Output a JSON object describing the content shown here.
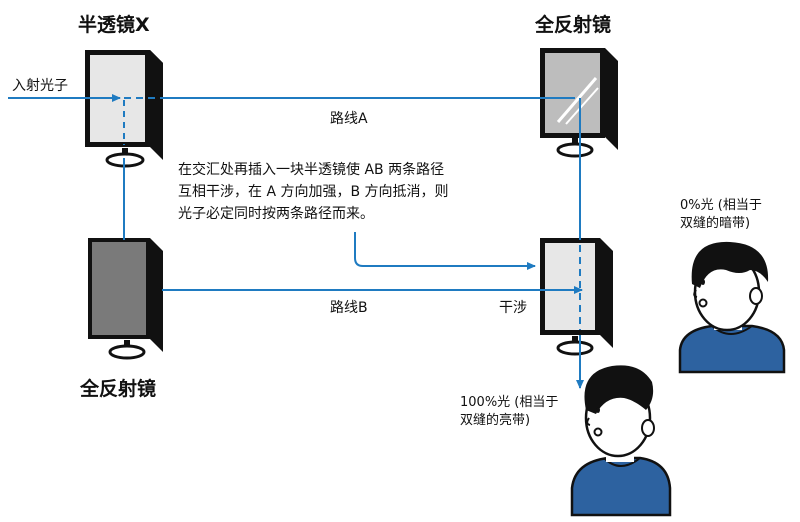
{
  "labels": {
    "half_mirror_x": "半透镜X",
    "full_mirror_top": "全反射镜",
    "full_mirror_bottom": "全反射镜",
    "incident_photon": "入射光子",
    "path_a": "路线A",
    "path_b": "路线B",
    "interference": "干涉",
    "note_line1": "在交汇处再插入一块半透镜使 AB 两条路径",
    "note_line2": "互相干涉，在 A 方向加强，B 方向抵消，则",
    "note_line3": "光子必定同时按两条路径而来。",
    "zero_light_line1": "0%光 (相当于",
    "zero_light_line2": "双缝的暗带)",
    "full_light_line1": "100%光 (相当于",
    "full_light_line2": "双缝的亮带)"
  },
  "colors": {
    "beam": "#1f7bc1",
    "mirror_frame": "#111111",
    "half_mirror_glass": "#e7e7e7",
    "full_mirror_glass": "#7a7a7a",
    "top_right_glass": "#bdbdbd",
    "person_shirt": "#2d62a0",
    "person_skin": "#ffffff",
    "person_hair": "#111111"
  }
}
